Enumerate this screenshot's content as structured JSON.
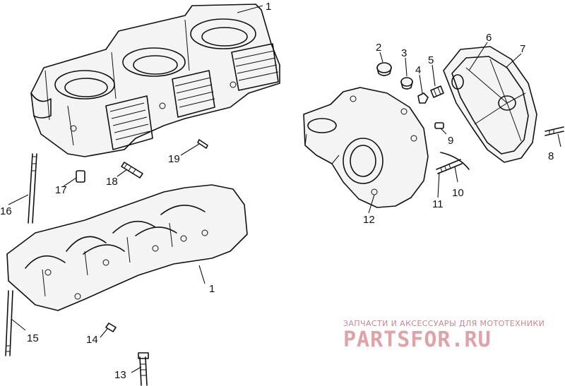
{
  "callouts": [
    {
      "id": "c1a",
      "text": "1"
    },
    {
      "id": "c1b",
      "text": "1"
    },
    {
      "id": "c2",
      "text": "2"
    },
    {
      "id": "c3",
      "text": "3"
    },
    {
      "id": "c4",
      "text": "4"
    },
    {
      "id": "c5",
      "text": "5"
    },
    {
      "id": "c6",
      "text": "6"
    },
    {
      "id": "c7",
      "text": "7"
    },
    {
      "id": "c8",
      "text": "8"
    },
    {
      "id": "c9",
      "text": "9"
    },
    {
      "id": "c10",
      "text": "10"
    },
    {
      "id": "c11",
      "text": "11"
    },
    {
      "id": "c12",
      "text": "12"
    },
    {
      "id": "c13",
      "text": "13"
    },
    {
      "id": "c14",
      "text": "14"
    },
    {
      "id": "c15",
      "text": "15"
    },
    {
      "id": "c16",
      "text": "16"
    },
    {
      "id": "c17",
      "text": "17"
    },
    {
      "id": "c18",
      "text": "18"
    },
    {
      "id": "c19",
      "text": "19"
    }
  ],
  "watermark": {
    "tagline": "ЗАПЧАСТИ И АКСЕССУАРЫ ДЛЯ МОТОТЕХНИКИ",
    "logo": "PARTSFOR.RU",
    "color": "#e0a2a9"
  }
}
